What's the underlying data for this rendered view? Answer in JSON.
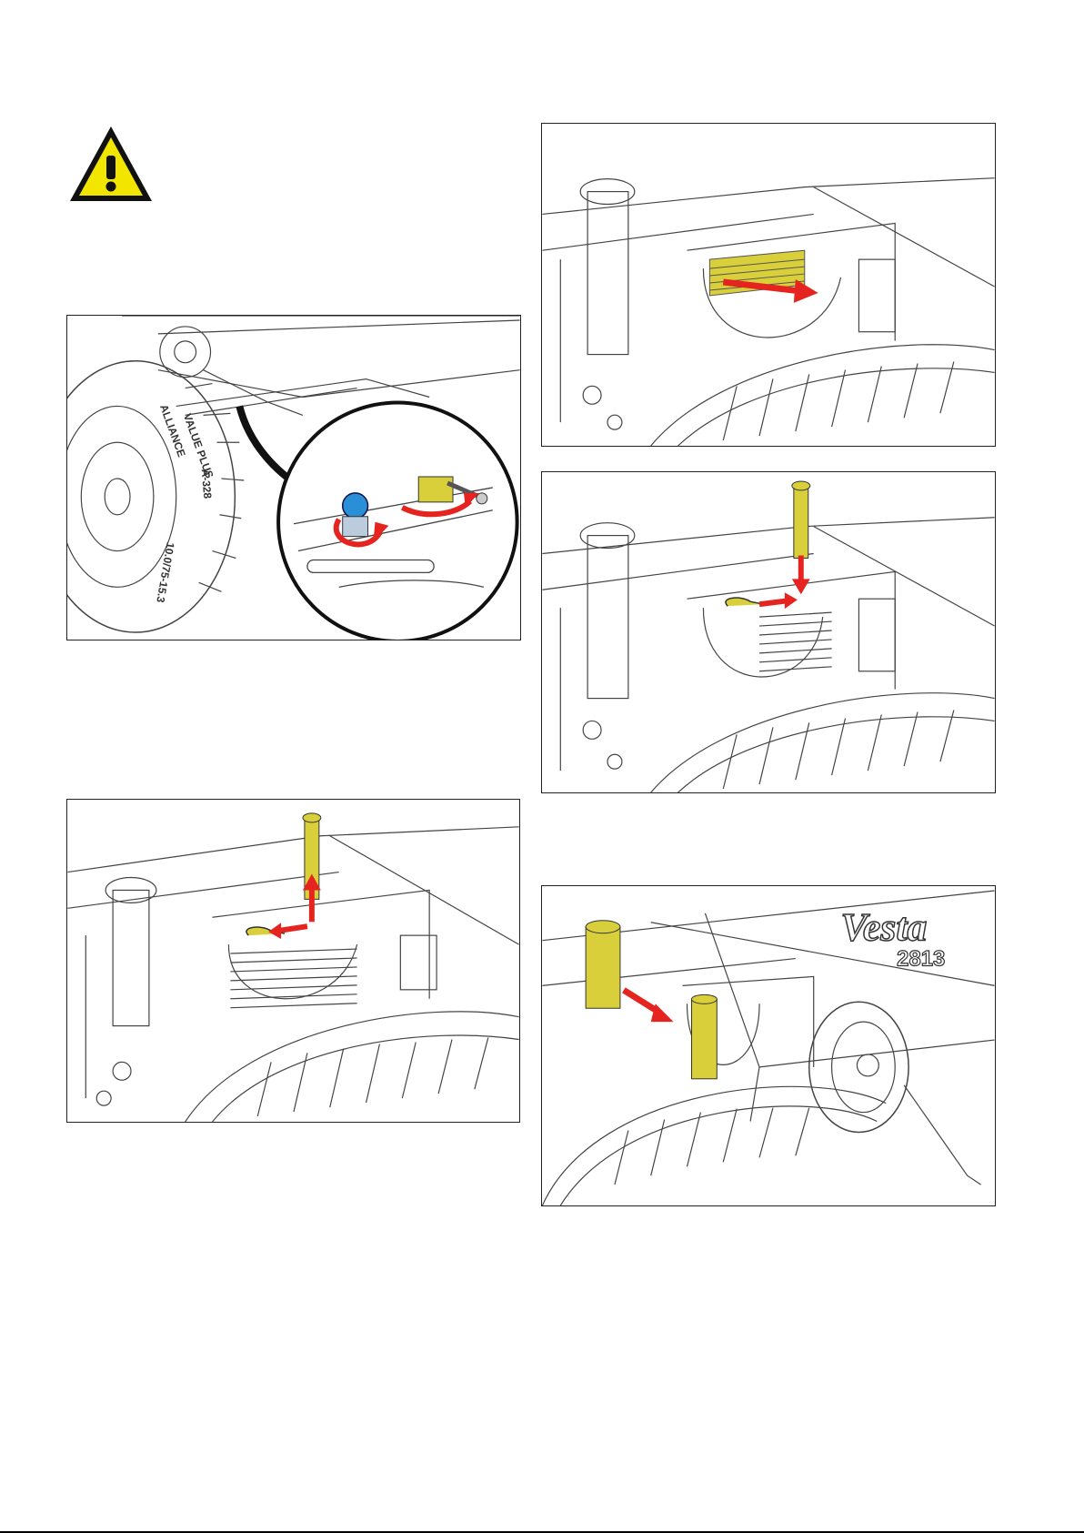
{
  "warning": {
    "icon": "warning-triangle-icon",
    "symbol": "!",
    "fill": "#f2e500",
    "border": "#111111"
  },
  "figure_a": {
    "tyre_text": [
      "ALLIANCE",
      "VALUE PLUS",
      "A-328",
      "10.0/75-15.3"
    ]
  },
  "figure_e": {
    "logo_text": "Vesta",
    "model_number": "2813"
  },
  "colors": {
    "arrow": "#e52420",
    "part_highlight": "#d8cf3a",
    "valve_blue": "#2a8fd6",
    "line_art": "#333333"
  }
}
